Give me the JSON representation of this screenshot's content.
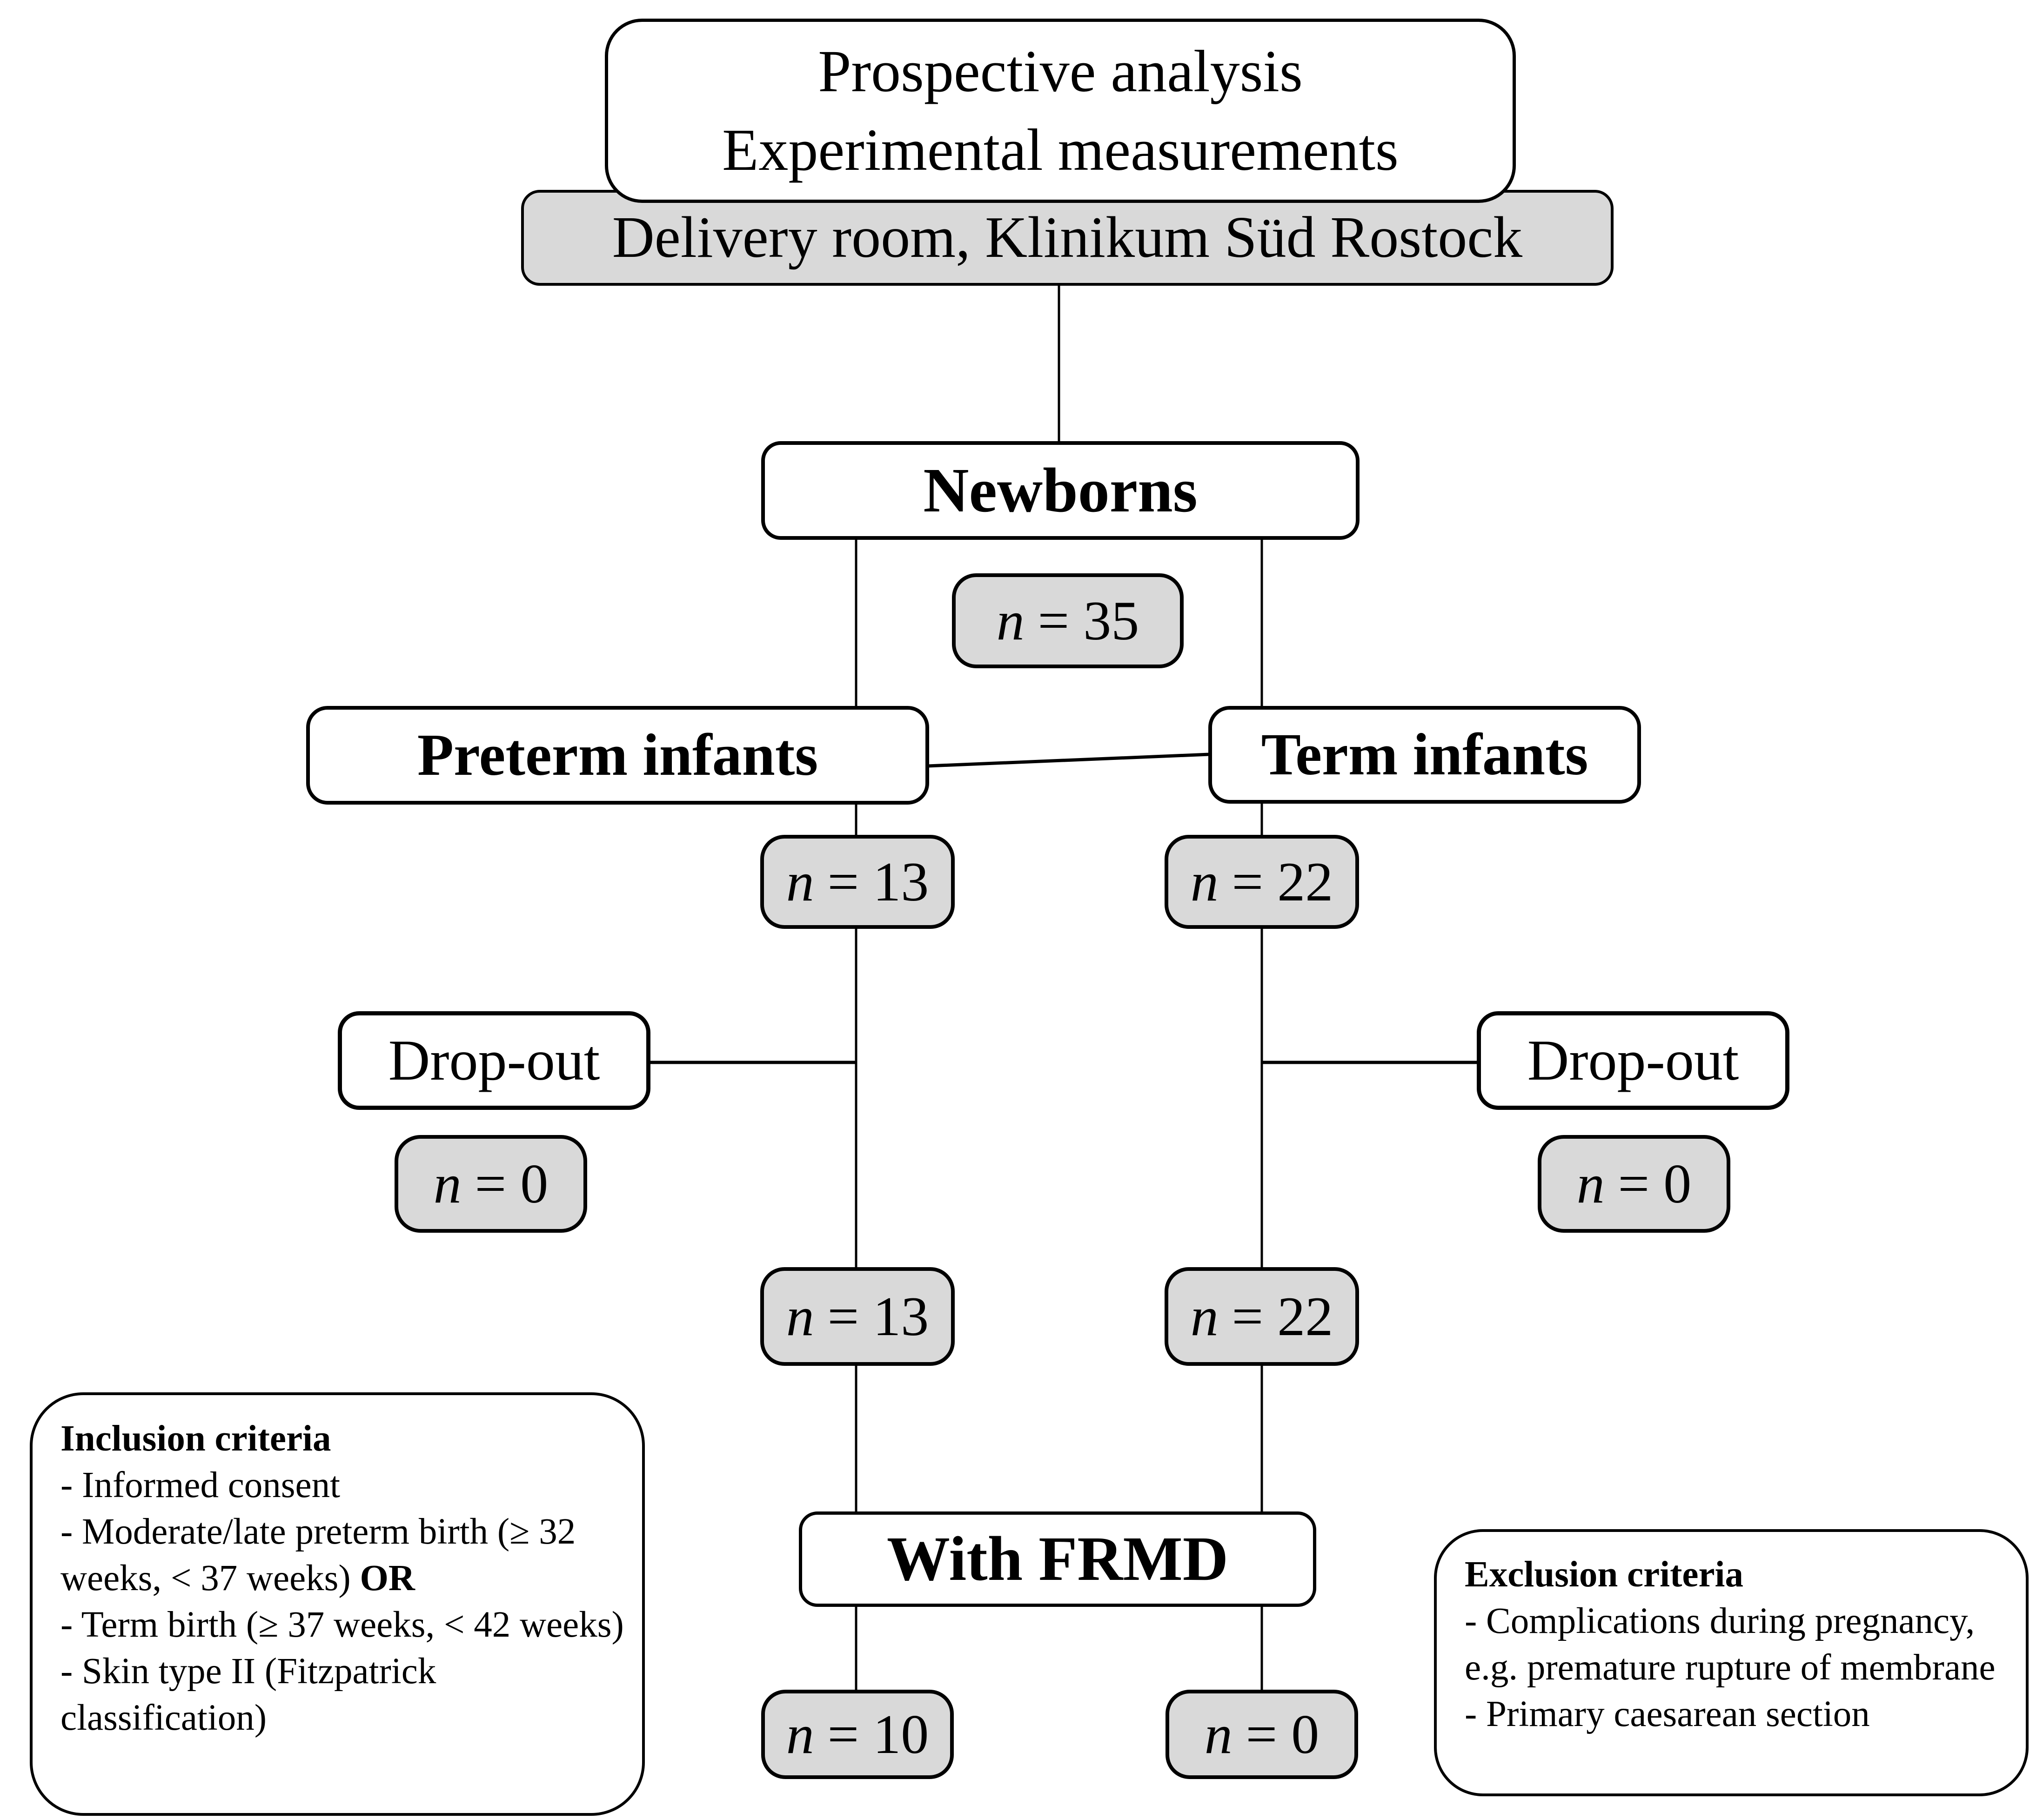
{
  "title_box": {
    "line1": "Prospective analysis",
    "line2": "Experimental measurements"
  },
  "location_box": {
    "label": "Delivery room, Klinikum Süd Rostock"
  },
  "nodes": {
    "newborns": "Newborns",
    "preterm": "Preterm infants",
    "term": "Term infants",
    "dropout_left": "Drop-out",
    "dropout_right": "Drop-out",
    "frmd": "With FRMD"
  },
  "counts": {
    "newborns": {
      "n": "n",
      "value": "= 35"
    },
    "preterm": {
      "n": "n",
      "value": "= 13"
    },
    "term": {
      "n": "n",
      "value": "= 22"
    },
    "dropout_left": {
      "n": "n",
      "value": "= 0"
    },
    "dropout_right": {
      "n": "n",
      "value": "= 0"
    },
    "preterm_after_dropout": {
      "n": "n",
      "value": "= 13"
    },
    "term_after_dropout": {
      "n": "n",
      "value": "= 22"
    },
    "frmd_preterm": {
      "n": "n",
      "value": "= 10"
    },
    "frmd_term": {
      "n": "n",
      "value": "= 0"
    }
  },
  "inclusion": {
    "title": "Inclusion criteria",
    "items": [
      {
        "text": "- Informed consent"
      },
      {
        "text": "- Moderate/late preterm birth (≥ 32 weeks, < 37 weeks) ",
        "bold": "OR"
      },
      {
        "text": "- Term birth (≥ 37 weeks, < 42 weeks)"
      },
      {
        "text": "- Skin type II (Fitzpatrick classification)"
      }
    ]
  },
  "exclusion": {
    "title": "Exclusion criteria",
    "items": [
      {
        "text": "- Complications during pregnancy, e.g. premature rupture of membrane"
      },
      {
        "text": "- Primary caesarean section"
      }
    ]
  },
  "colors": {
    "box_fill_gray": "#d9d9d9",
    "box_fill_white": "#ffffff",
    "line": "#000000",
    "text": "#000000"
  }
}
